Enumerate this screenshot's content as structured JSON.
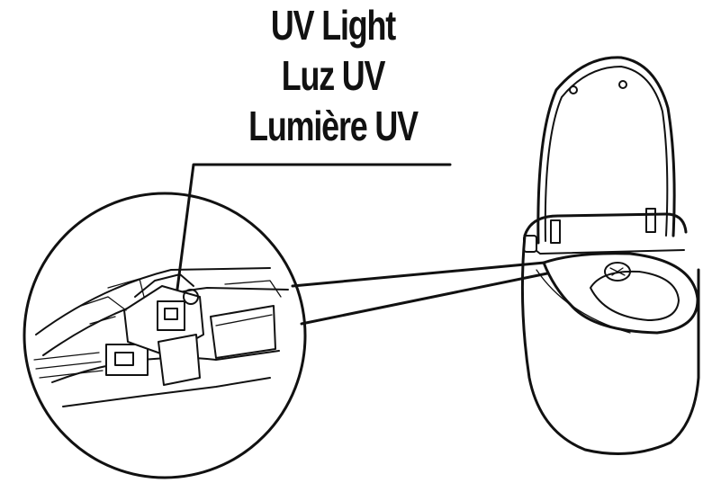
{
  "labels": {
    "english": "UV Light",
    "spanish": "Luz UV",
    "french": "Lumière UV"
  }
}
